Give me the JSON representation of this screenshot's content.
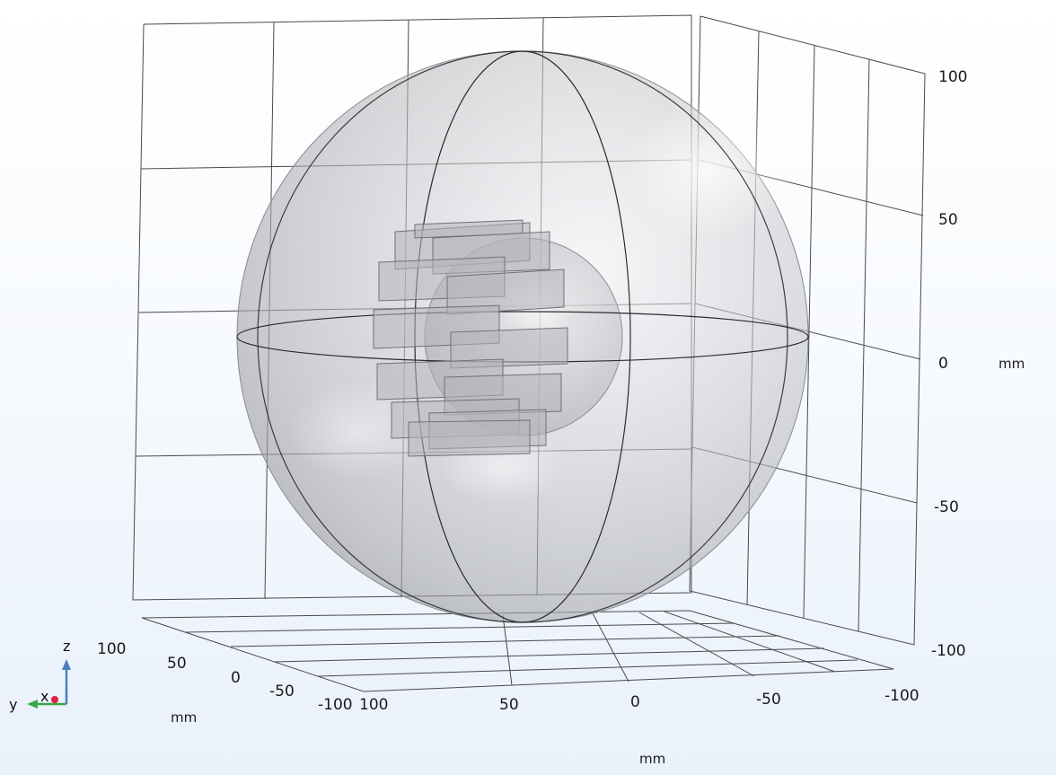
{
  "viewport": {
    "z_axis": {
      "ticks": [
        "100",
        "50",
        "0",
        "-50",
        "-100"
      ],
      "unit": "mm"
    },
    "x_axis": {
      "ticks": [
        "100",
        "50",
        "0",
        "-50",
        "-100"
      ],
      "unit": "mm"
    },
    "y_axis": {
      "ticks": [
        "100",
        "50",
        "0",
        "-50",
        "-100"
      ],
      "unit": "mm"
    },
    "triad": {
      "x": "x",
      "y": "y",
      "z": "z"
    }
  },
  "colors": {
    "background_top": "#ffffff",
    "background_bottom": "#e9f1fb",
    "sphere": "#bfbfc3",
    "grid": "#4a4a4a",
    "triad_x": "#e02040",
    "triad_y": "#3aa845",
    "triad_z": "#4a7fc0"
  }
}
